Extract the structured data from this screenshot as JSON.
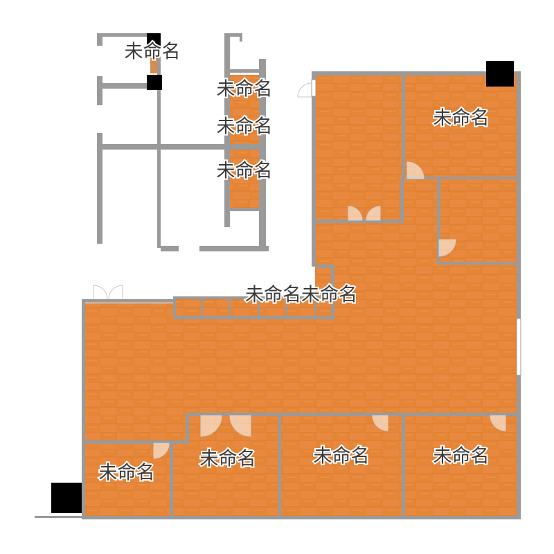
{
  "colors": {
    "floor": "#e8893f",
    "floor_dark": "#d97a30",
    "wall": "#9a9a9a",
    "column": "#000000"
  },
  "rooms": [
    {
      "id": "small-top-1",
      "label": "未命名"
    },
    {
      "id": "small-top-2",
      "label": "未命名"
    },
    {
      "id": "small-top-3",
      "label": "未命名"
    },
    {
      "id": "small-top-4",
      "label": "未命名"
    },
    {
      "id": "corridor",
      "label": "未命名未命名"
    },
    {
      "id": "room-ne",
      "label": "未命名"
    },
    {
      "id": "room-sw",
      "label": "未命名"
    },
    {
      "id": "room-s1",
      "label": "未命名"
    },
    {
      "id": "room-s2",
      "label": "未命名"
    },
    {
      "id": "room-s3",
      "label": "未命名"
    }
  ]
}
